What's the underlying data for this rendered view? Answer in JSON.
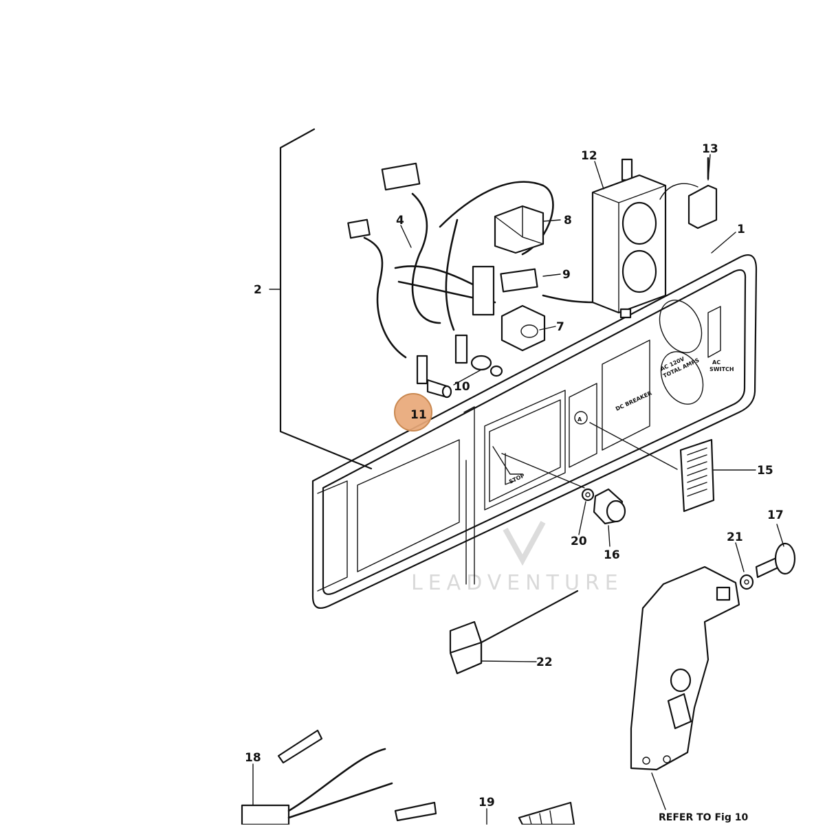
{
  "callouts": {
    "c1": "1",
    "c2": "2",
    "c4": "4",
    "c7": "7",
    "c8": "8",
    "c9": "9",
    "c10": "10",
    "c11": "11",
    "c12": "12",
    "c13": "13",
    "c15": "15",
    "c16": "16",
    "c17": "17",
    "c18": "18",
    "c19": "19",
    "c20": "20",
    "c21": "21",
    "c22": "22"
  },
  "panel_labels": {
    "stop": "STOP",
    "detail_a": "A",
    "ac_120v": "AC 120V",
    "total_amps": "TOTAL AMPS",
    "ac_switch_1": "AC",
    "ac_switch_2": "SWITCH",
    "dc_breaker": "DC BREAKER"
  },
  "reference_note": "REFER TO Fig 10",
  "watermark": "LEADVENTURE",
  "highlight": {
    "callout": "11",
    "color": "#e8a878"
  },
  "colors": {
    "ink": "#111111",
    "highlight_fill": "#e8a878",
    "highlight_stroke": "#c98850"
  }
}
